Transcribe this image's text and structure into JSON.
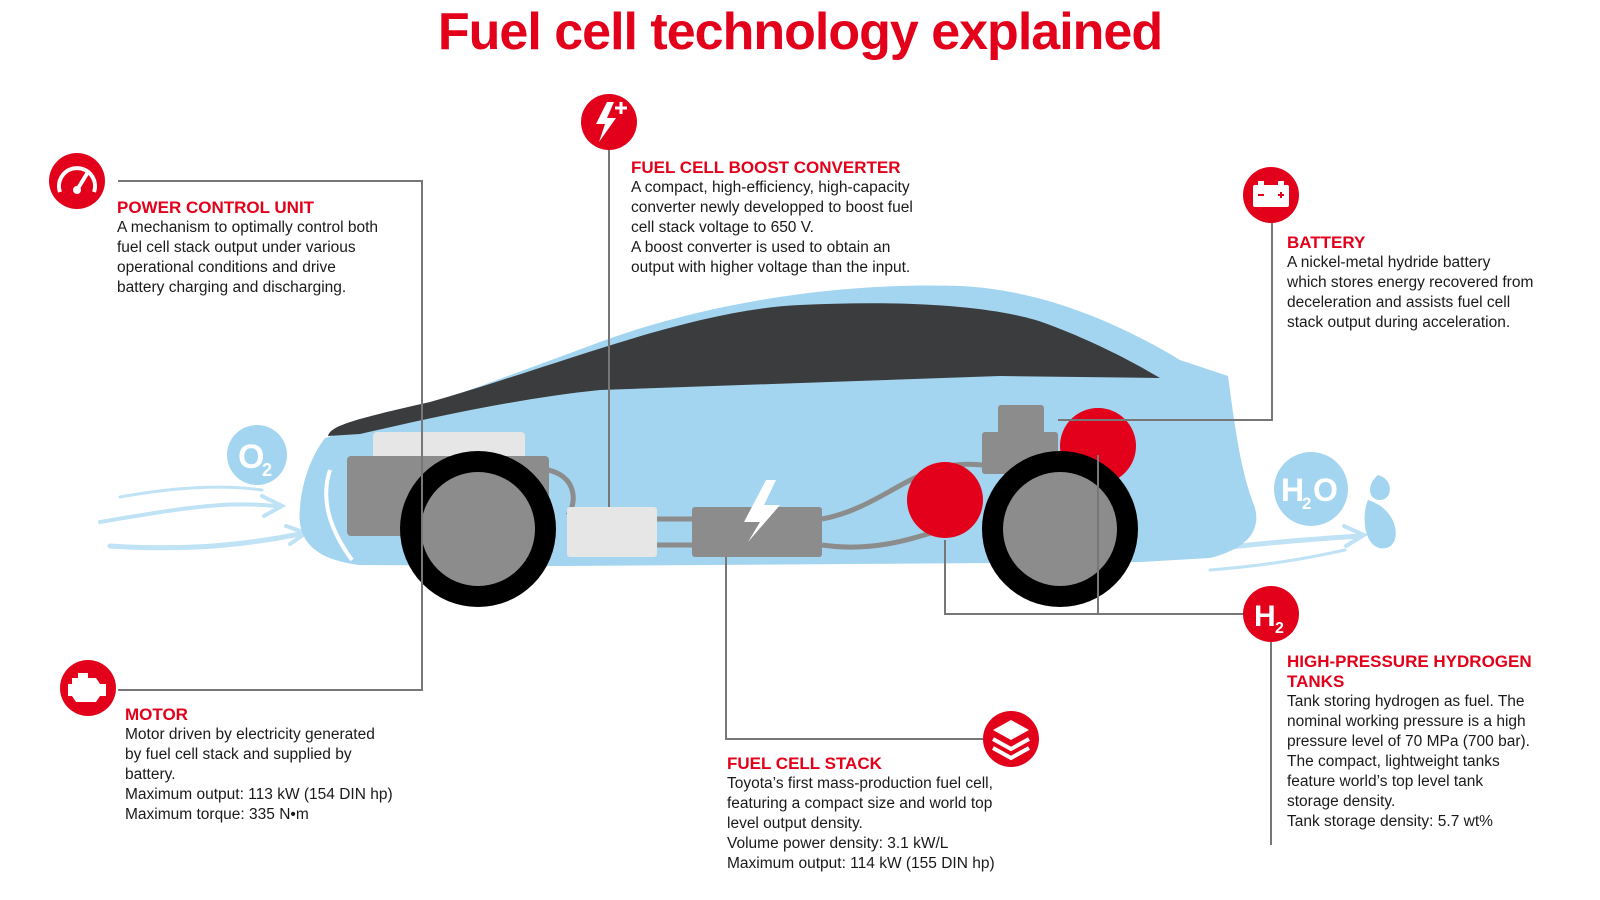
{
  "title": "Fuel cell technology explained",
  "colors": {
    "accent": "#e2001a",
    "car_body": "#a3d5f0",
    "car_glass": "#3b3c3e",
    "component_dark": "#8c8c8c",
    "component_light": "#e6e6e6",
    "airflow": "#bfe2f5",
    "leader_line": "#777777"
  },
  "molecules": {
    "oxygen": "O",
    "oxygen_sub": "2",
    "water": "H",
    "water_sub": "2",
    "water_tail": "O"
  },
  "components": {
    "power_control_unit": {
      "icon": "gauge-icon",
      "heading": "POWER CONTROL UNIT",
      "lines": [
        "A mechanism to optimally control both",
        "fuel cell stack output under various",
        "operational conditions and drive",
        "battery charging and discharging."
      ]
    },
    "boost_converter": {
      "icon": "bolt-plus-icon",
      "heading": "FUEL CELL BOOST CONVERTER",
      "lines": [
        "A compact, high-efficiency, high-capacity",
        "converter newly developped to boost fuel",
        "cell stack voltage to 650 V.",
        "A boost converter is used to obtain an",
        "output with higher voltage than the input."
      ]
    },
    "battery": {
      "icon": "battery-icon",
      "heading": "BATTERY",
      "lines": [
        "A nickel-metal hydride battery",
        "which stores energy recovered from",
        "deceleration and assists fuel cell",
        "stack output during acceleration."
      ]
    },
    "motor": {
      "icon": "engine-icon",
      "heading": "MOTOR",
      "lines": [
        "Motor driven by electricity generated",
        "by fuel cell stack and supplied by",
        "battery.",
        "Maximum output: 113 kW (154 DIN hp)",
        "Maximum torque: 335 N•m"
      ]
    },
    "fuel_cell_stack": {
      "icon": "stack-layers-icon",
      "heading": "FUEL CELL STACK",
      "lines": [
        "Toyota’s first mass-production fuel cell,",
        "featuring a compact size and world top",
        "level output density.",
        "Volume power density: 3.1 kW/L",
        "Maximum output: 114 kW (155 DIN hp)"
      ]
    },
    "hydrogen_tanks": {
      "icon": "hydrogen-icon",
      "icon_text": "H",
      "icon_sub": "2",
      "heading": "HIGH-PRESSURE HYDROGEN TANKS",
      "lines": [
        "Tank storing hydrogen as fuel. The",
        "nominal working pressure is a high",
        "pressure level of 70 MPa (700 bar).",
        "The compact, lightweight tanks",
        "feature world’s top level tank",
        "storage density.",
        "Tank storage density: 5.7 wt%"
      ]
    }
  }
}
